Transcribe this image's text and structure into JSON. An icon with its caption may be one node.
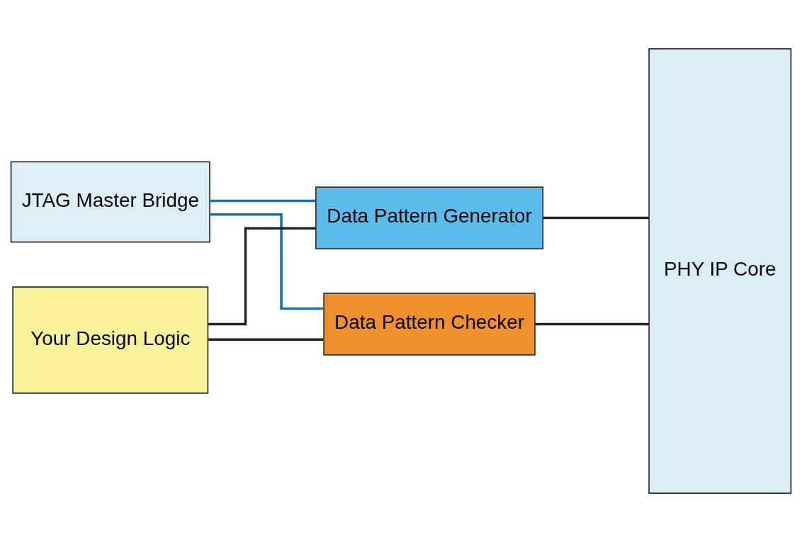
{
  "diagram": {
    "nodes": [
      {
        "text": [
          "JTAG Master Bridge"
        ]
      },
      {
        "text": [
          "Your Design Logic"
        ]
      },
      {
        "text": [
          "Data Pattern Generator"
        ]
      },
      {
        "text": [
          "Data Pattern Checker"
        ]
      },
      {
        "text": [
          "PHY IP Core"
        ]
      }
    ],
    "edges": [
      {
        "from": 0,
        "to": 2,
        "arrow": "none",
        "color": "#1a6fa0"
      },
      {
        "from": 0,
        "to": 3,
        "arrow": "none",
        "color": "#1a6fa0"
      },
      {
        "from": 1,
        "to": 2,
        "arrow": "none"
      },
      {
        "from": 1,
        "to": 3,
        "arrow": "none"
      },
      {
        "from": 2,
        "to": 4,
        "arrow": "none"
      },
      {
        "from": 3,
        "to": 4,
        "arrow": "none"
      }
    ]
  }
}
